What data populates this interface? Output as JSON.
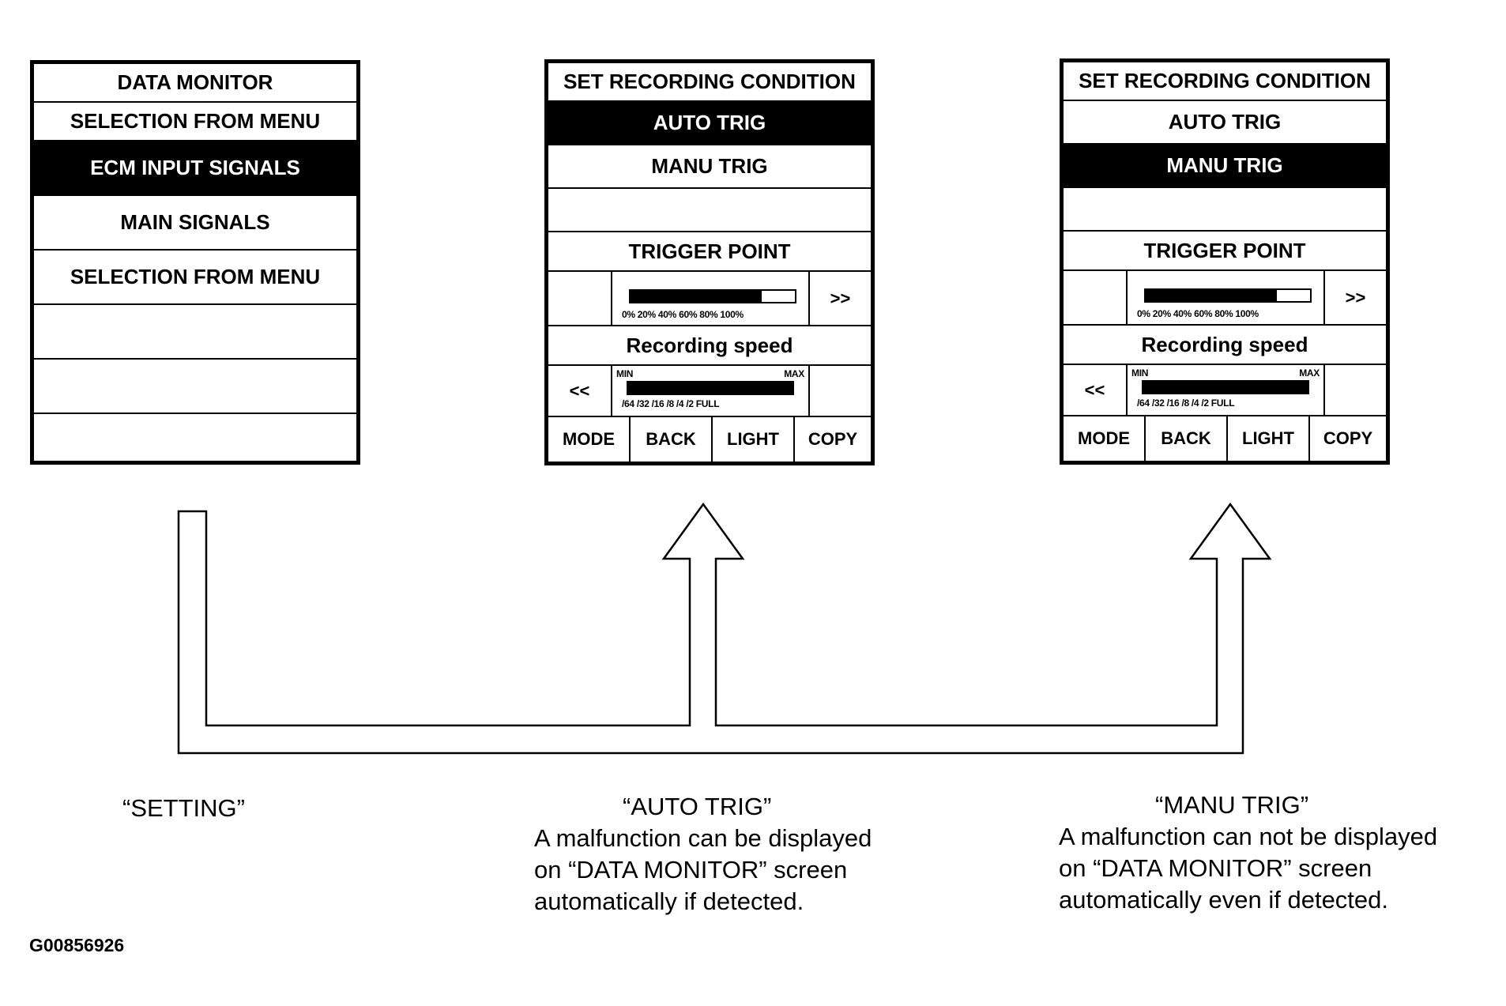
{
  "screens": {
    "data_monitor": {
      "title": "DATA MONITOR",
      "items": [
        "SELECTION FROM MENU",
        "ECM INPUT SIGNALS",
        "MAIN SIGNALS",
        "SELECTION FROM MENU"
      ],
      "selected_item": "ECM INPUT SIGNALS"
    },
    "auto_trig": {
      "title": "SET RECORDING CONDITION",
      "option_auto": "AUTO TRIG",
      "option_manu": "MANU TRIG",
      "selected_option": "AUTO TRIG",
      "trigger_label": "TRIGGER POINT",
      "trigger_scale": "0%  20%  40%  60%  80% 100%",
      "trigger_level_percent": 80,
      "next_button": ">>",
      "speed_label": "Recording speed",
      "speed_min": "MIN",
      "speed_max": "MAX",
      "speed_scale": "/64  /32  /16  /8  /4  /2  FULL",
      "speed_level_fraction": 1.0,
      "prev_button": "<<",
      "softkeys": [
        "MODE",
        "BACK",
        "LIGHT",
        "COPY"
      ]
    },
    "manu_trig": {
      "title": "SET RECORDING CONDITION",
      "option_auto": "AUTO TRIG",
      "option_manu": "MANU TRIG",
      "selected_option": "MANU TRIG",
      "trigger_label": "TRIGGER POINT",
      "trigger_scale": "0%  20%  40%  60%  80% 100%",
      "trigger_level_percent": 80,
      "next_button": ">>",
      "speed_label": "Recording speed",
      "speed_min": "MIN",
      "speed_max": "MAX",
      "speed_scale": "/64  /32  /16  /8  /4  /2  FULL",
      "speed_level_fraction": 1.0,
      "prev_button": "<<",
      "softkeys": [
        "MODE",
        "BACK",
        "LIGHT",
        "COPY"
      ]
    }
  },
  "captions": {
    "setting": "“SETTING”",
    "auto_title": "“AUTO TRIG”",
    "auto_lines": [
      "A malfunction can be displayed",
      "on “DATA MONITOR” screen",
      "automatically if detected."
    ],
    "manu_title": "“MANU TRIG”",
    "manu_lines": [
      "A malfunction can not be displayed",
      "on “DATA MONITOR” screen",
      "automatically even if detected."
    ]
  },
  "figure_id": "G00856926"
}
